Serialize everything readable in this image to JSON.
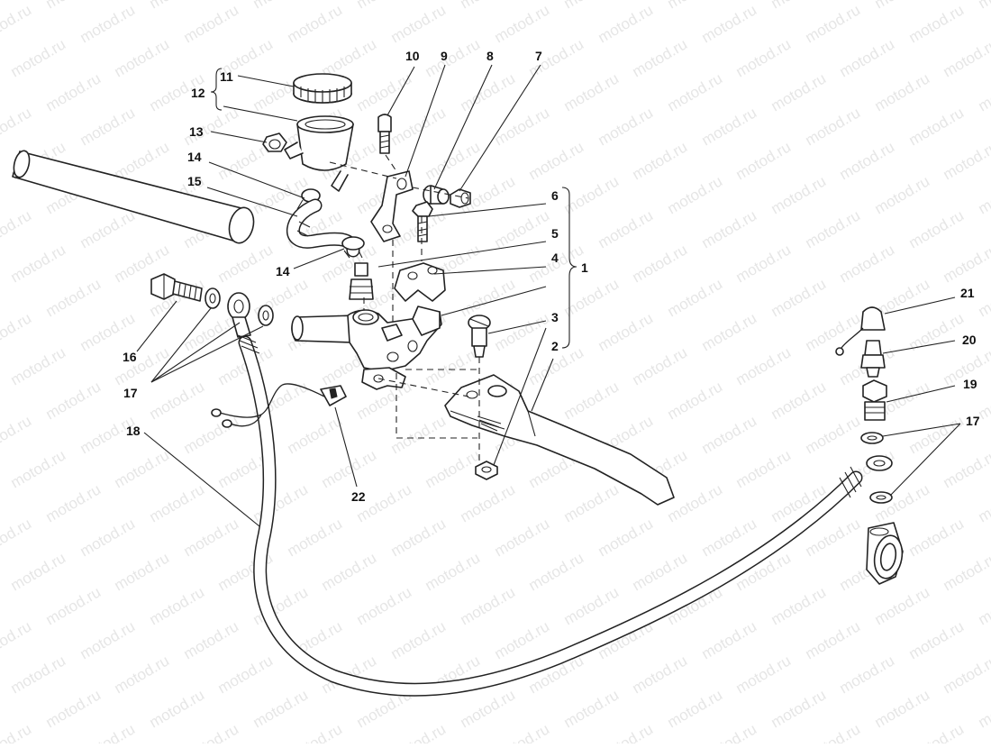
{
  "watermark": "motod.ru",
  "callouts": {
    "c1": "1",
    "c2": "2",
    "c3": "3",
    "c4": "4",
    "c5": "5",
    "c6": "6",
    "c7": "7",
    "c8": "8",
    "c9": "9",
    "c10": "10",
    "c11": "11",
    "c12": "12",
    "c13": "13",
    "c14a": "14",
    "c14b": "14",
    "c15": "15",
    "c16": "16",
    "c17a": "17",
    "c17b": "17",
    "c18": "18",
    "c19": "19",
    "c20": "20",
    "c21": "21",
    "c22": "22"
  }
}
